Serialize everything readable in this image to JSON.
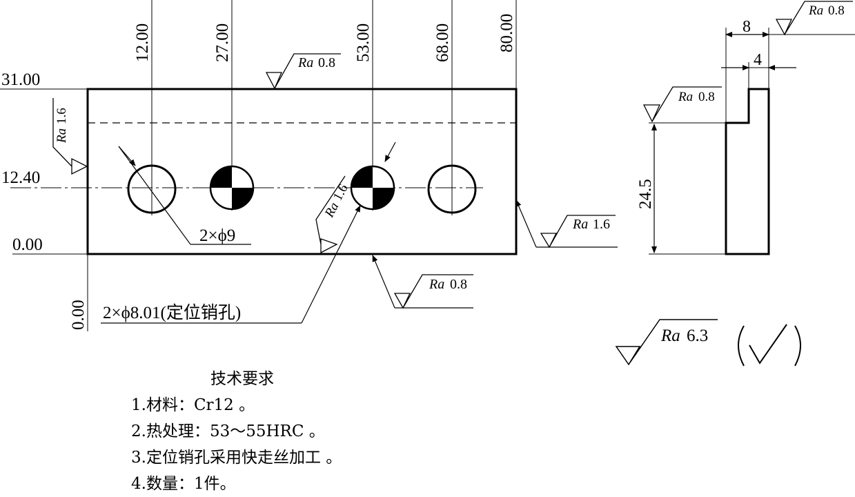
{
  "dimensions": {
    "hole_positions": [
      "12.00",
      "27.00",
      "53.00",
      "68.00",
      "80.00"
    ],
    "heights": [
      "31.00",
      "12.40",
      "0.00"
    ],
    "bottom_origin": "0.00",
    "side_width": "8",
    "side_step": "4",
    "side_height": "24.5"
  },
  "callouts": {
    "through_holes": "2×ϕ9",
    "dowel_holes": "2×ϕ8.01(定位销孔)"
  },
  "roughness": {
    "symbol": "Ra",
    "top": "0.8",
    "left": "1.6",
    "dowel": "1.6",
    "right": "1.6",
    "bottom": "0.8",
    "side_top": "0.8",
    "side_left": "0.8",
    "general": "6.3"
  },
  "notes": {
    "title": "技术要求",
    "items": [
      "1.材料：Cr12 。",
      "2.热处理：53～55HRC 。",
      "3.定位销孔采用快走丝加工 。",
      "4.数量：1件。"
    ]
  }
}
